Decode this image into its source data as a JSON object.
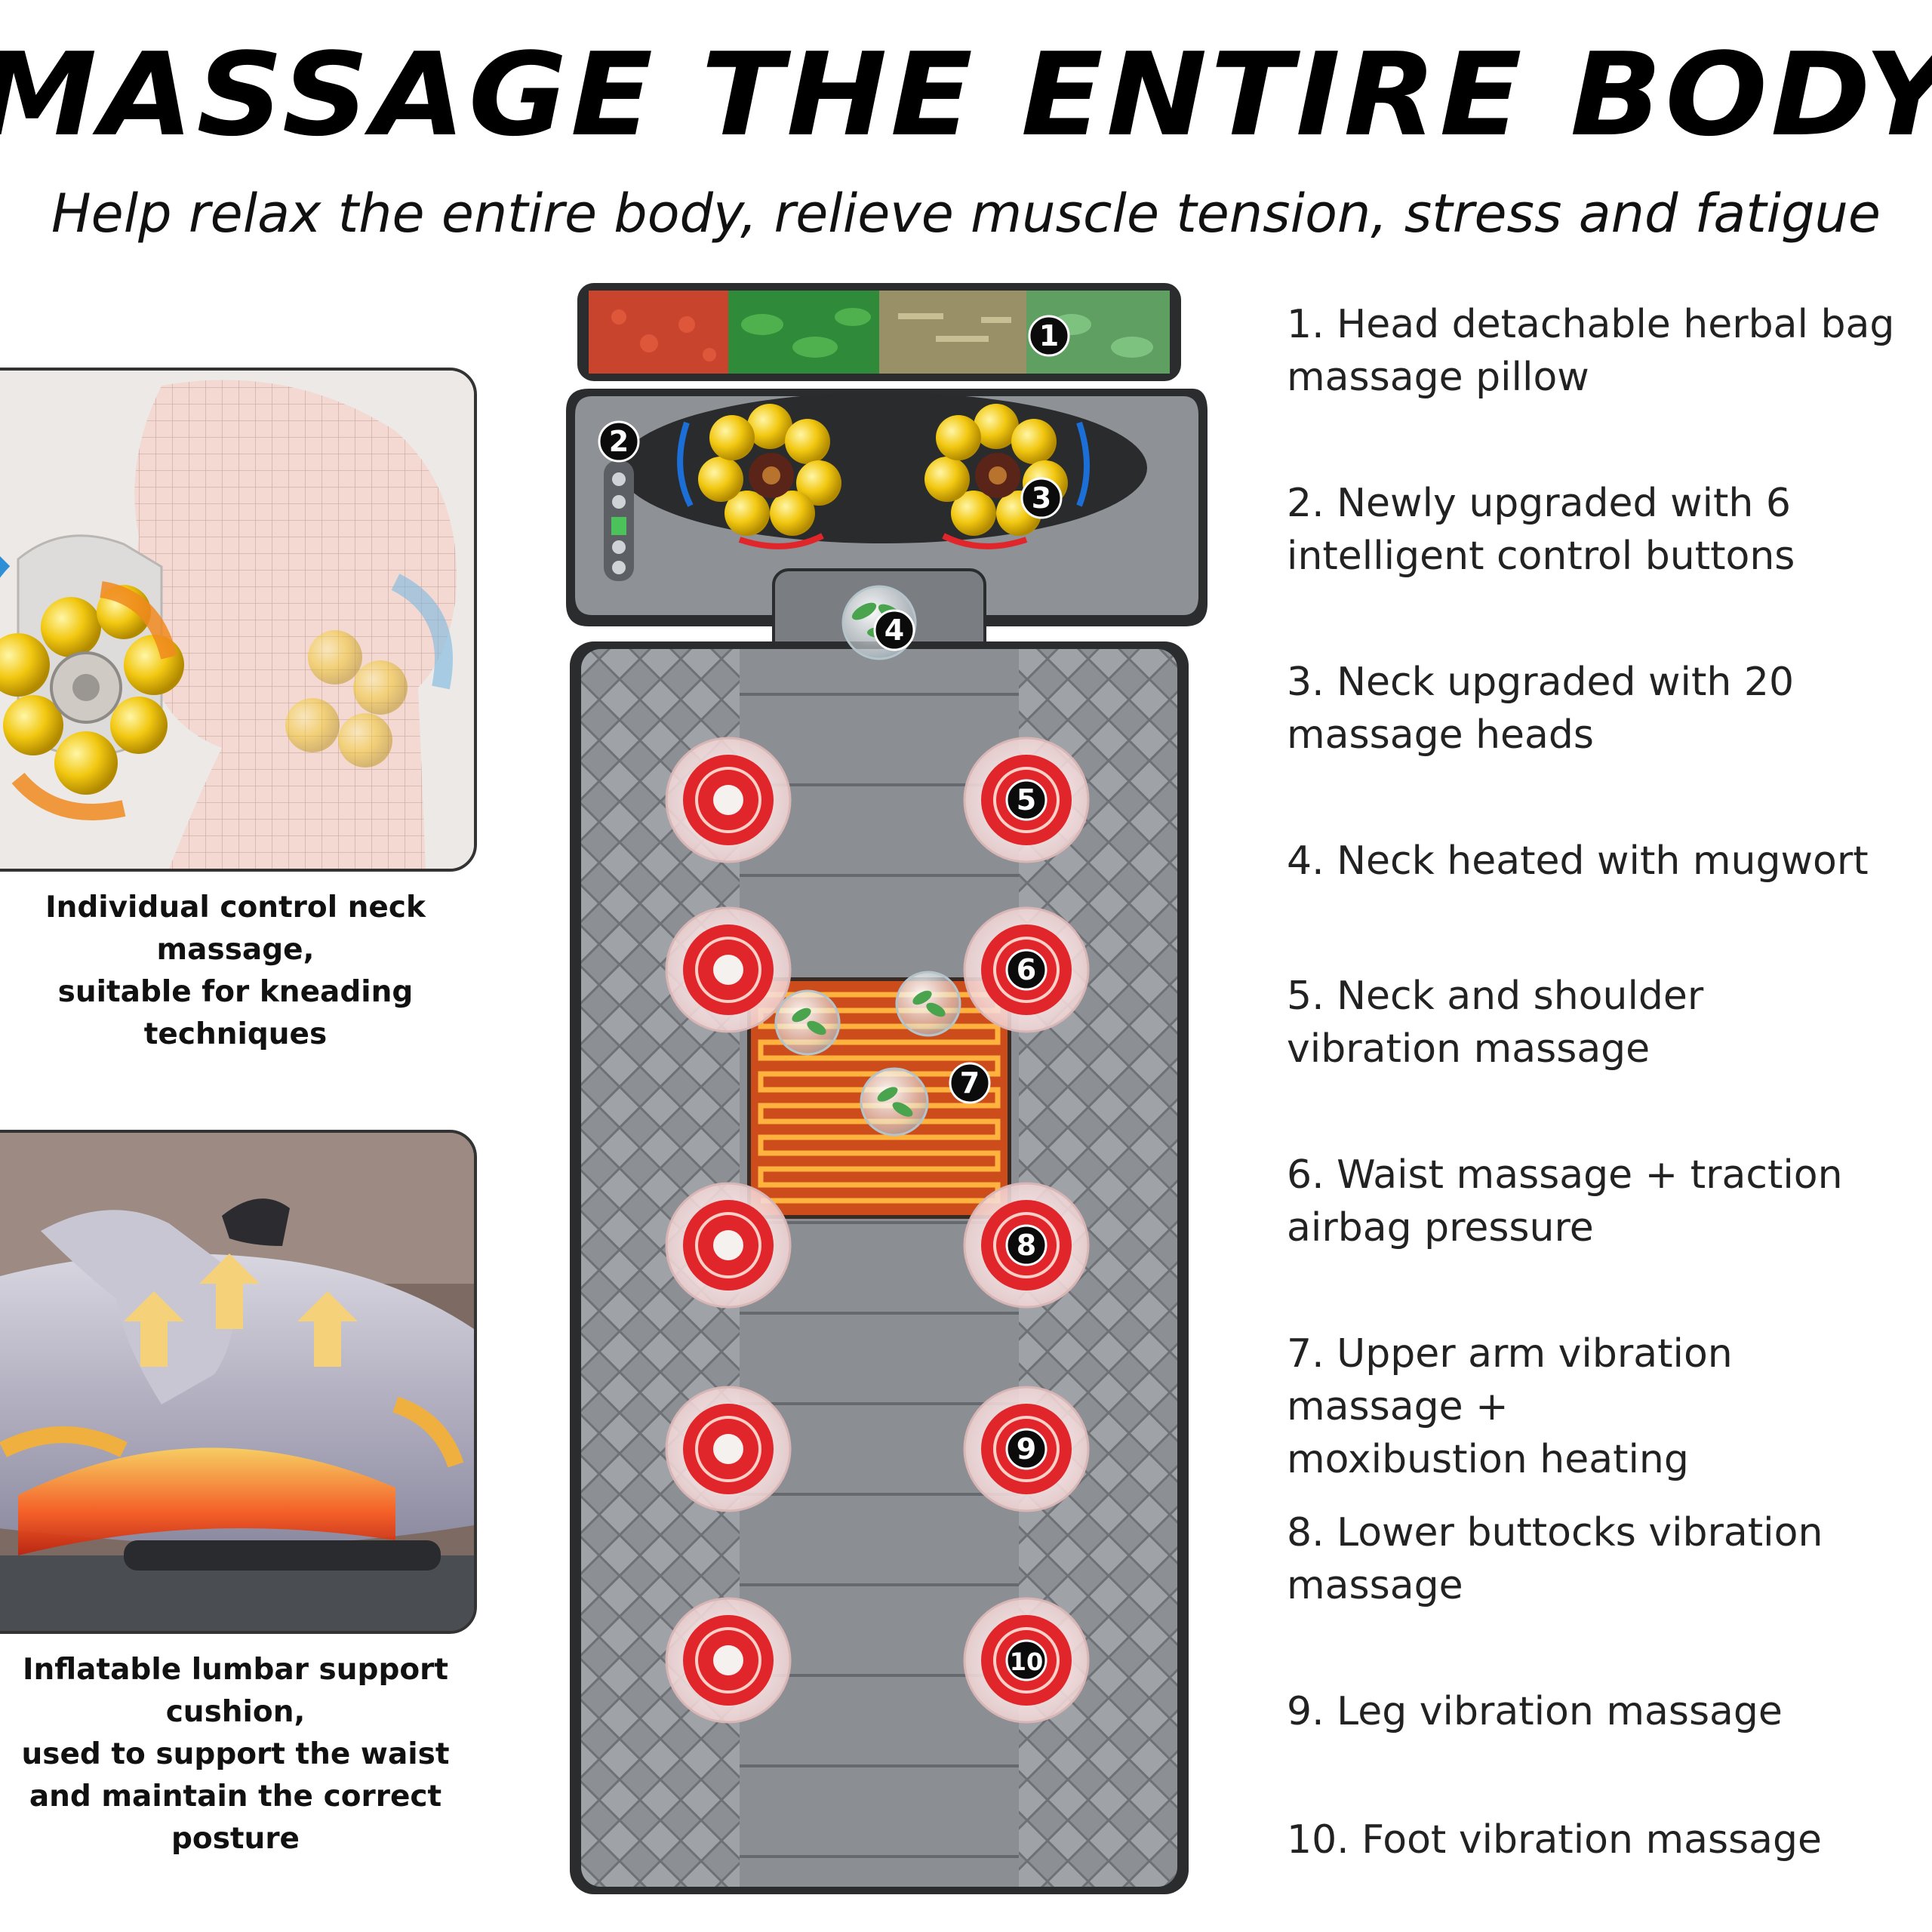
{
  "title": "MASSAGE THE ENTIRE BODY",
  "subtitle": "Help relax the entire body, relieve muscle tension, stress and fatigue",
  "left_captions": {
    "neck": [
      "Individual control neck",
      "massage,",
      "suitable for kneading",
      "techniques"
    ],
    "lumbar": [
      "Inflatable lumbar support",
      "cushion,",
      "used to support the waist",
      "and maintain the correct",
      "posture"
    ]
  },
  "features": [
    [
      "1. Head detachable herbal bag",
      "massage pillow"
    ],
    [
      "2. Newly upgraded with 6",
      "intelligent control buttons"
    ],
    [
      "3. Neck upgraded with 20",
      "massage heads"
    ],
    [
      "4. Neck heated with mugwort"
    ],
    [
      "5. Neck and shoulder",
      "vibration massage"
    ],
    [
      "6. Waist massage + traction",
      "airbag pressure"
    ],
    [
      "7. Upper arm vibration massage +",
      "moxibustion heating"
    ],
    [
      "8. Lower buttocks vibration",
      "massage"
    ],
    [
      "9. Leg vibration massage"
    ],
    [
      "10. Foot vibration massage"
    ]
  ],
  "markers": [
    "1",
    "2",
    "3",
    "4",
    "5",
    "6",
    "7",
    "8",
    "9",
    "10"
  ],
  "colors": {
    "mat": "#8e9297",
    "mat_dark": "#3a3a3c",
    "heater": "#ff7a1a",
    "node_red": "#e0262a",
    "node_yellow": "#f2c811"
  }
}
